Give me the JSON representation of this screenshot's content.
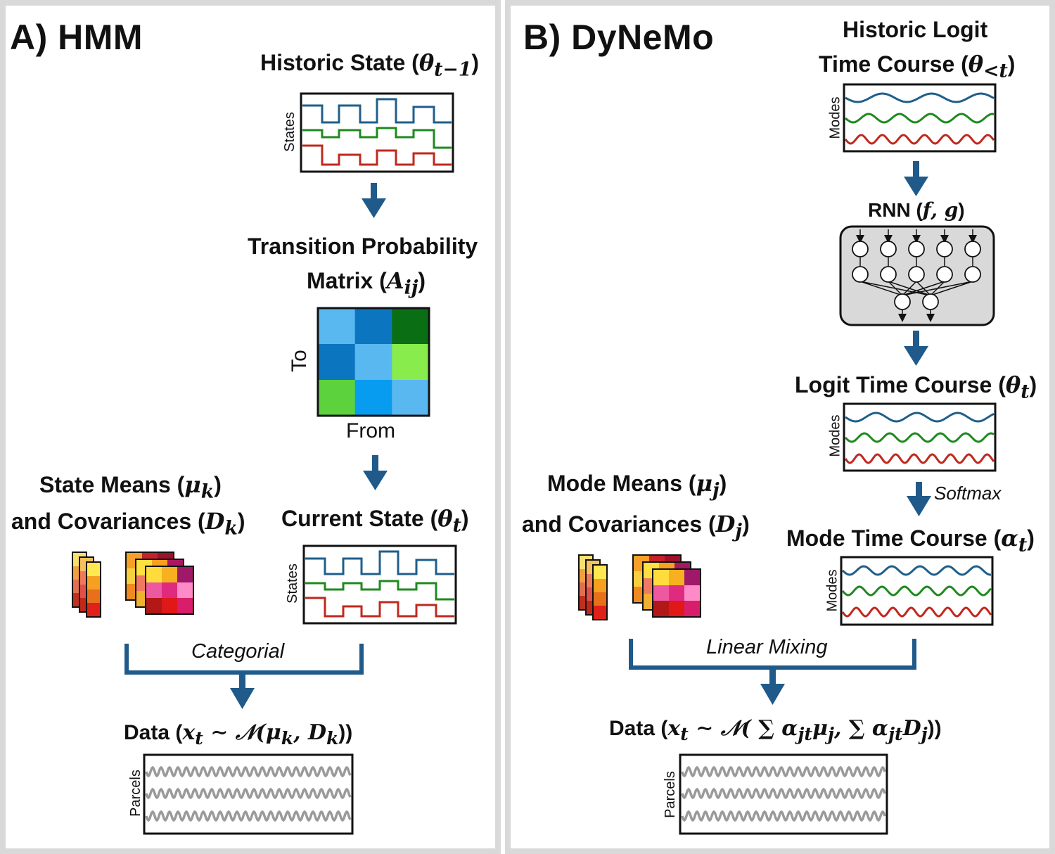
{
  "panels": {
    "a": {
      "title": "A) HMM",
      "historic_state": {
        "label": "Historic State (",
        "symbol": "θ",
        "sub": "t−1",
        "close": ")",
        "axis": "States"
      },
      "transition": {
        "line1": "Transition Probability",
        "line2": "Matrix (",
        "symbol": "A",
        "sub": "ij",
        "close": ")",
        "y_axis": "To",
        "x_axis": "From"
      },
      "current_state": {
        "label": "Current State (",
        "symbol": "θ",
        "sub": "t",
        "close": ")",
        "axis": "States"
      },
      "means": {
        "line1": "State Means (",
        "mu": "μ",
        "mu_sub": "k",
        "close1": ")",
        "line2": "and Covariances (",
        "d": "D",
        "d_sub": "k",
        "close2": ")"
      },
      "combine": "Categorial",
      "data": {
        "prefix": "Data (",
        "formula": "x",
        "x_sub": "t",
        "rest": " ∼ 𝒩(μ",
        "mu_sub": "k",
        "comma": ", D",
        "d_sub": "k",
        "close": "))",
        "axis": "Parcels"
      }
    },
    "b": {
      "title": "B) DyNeMo",
      "historic_logit": {
        "line1": "Historic Logit",
        "line2": "Time Course (",
        "symbol": "θ",
        "sub": "<t",
        "close": ")",
        "axis": "Modes"
      },
      "rnn": {
        "label": "RNN (",
        "fg": "f, g",
        "close": ")"
      },
      "logit": {
        "label": "Logit Time Course (",
        "symbol": "θ",
        "sub": "t",
        "close": ")",
        "axis": "Modes"
      },
      "softmax": "Softmax",
      "mode_tc": {
        "label": "Mode Time Course (",
        "symbol": "α",
        "sub": "t",
        "close": ")",
        "axis": "Modes"
      },
      "means": {
        "line1": "Mode Means (",
        "mu": "μ",
        "mu_sub": "j",
        "close1": ")",
        "line2": "and Covariances (",
        "d": "D",
        "d_sub": "j",
        "close2": ")"
      },
      "combine": "Linear Mixing",
      "data": {
        "prefix": "Data (",
        "formula": "x",
        "x_sub": "t",
        "rest": " ∼ 𝒩( ∑ α",
        "a1_sub": "jt",
        "mu": "μ",
        "mu_sub": "j",
        "comma": ", ∑ α",
        "a2_sub": "jt",
        "d": "D",
        "d_sub": "j",
        "close": "))",
        "axis": "Parcels"
      }
    }
  },
  "colors": {
    "arrow": "#1f5a8a",
    "blue_line": "#1f5f8b",
    "green_line": "#1e8a1e",
    "red_line": "#c0281e",
    "gray_line": "#9a9a9a"
  },
  "matrix_colors": [
    "#5ab8f0",
    "#0b75c0",
    "#0a6e14",
    "#0b75c0",
    "#5ab8f0",
    "#88ec4c",
    "#5cd23c",
    "#079cf0",
    "#5ab8f0"
  ]
}
